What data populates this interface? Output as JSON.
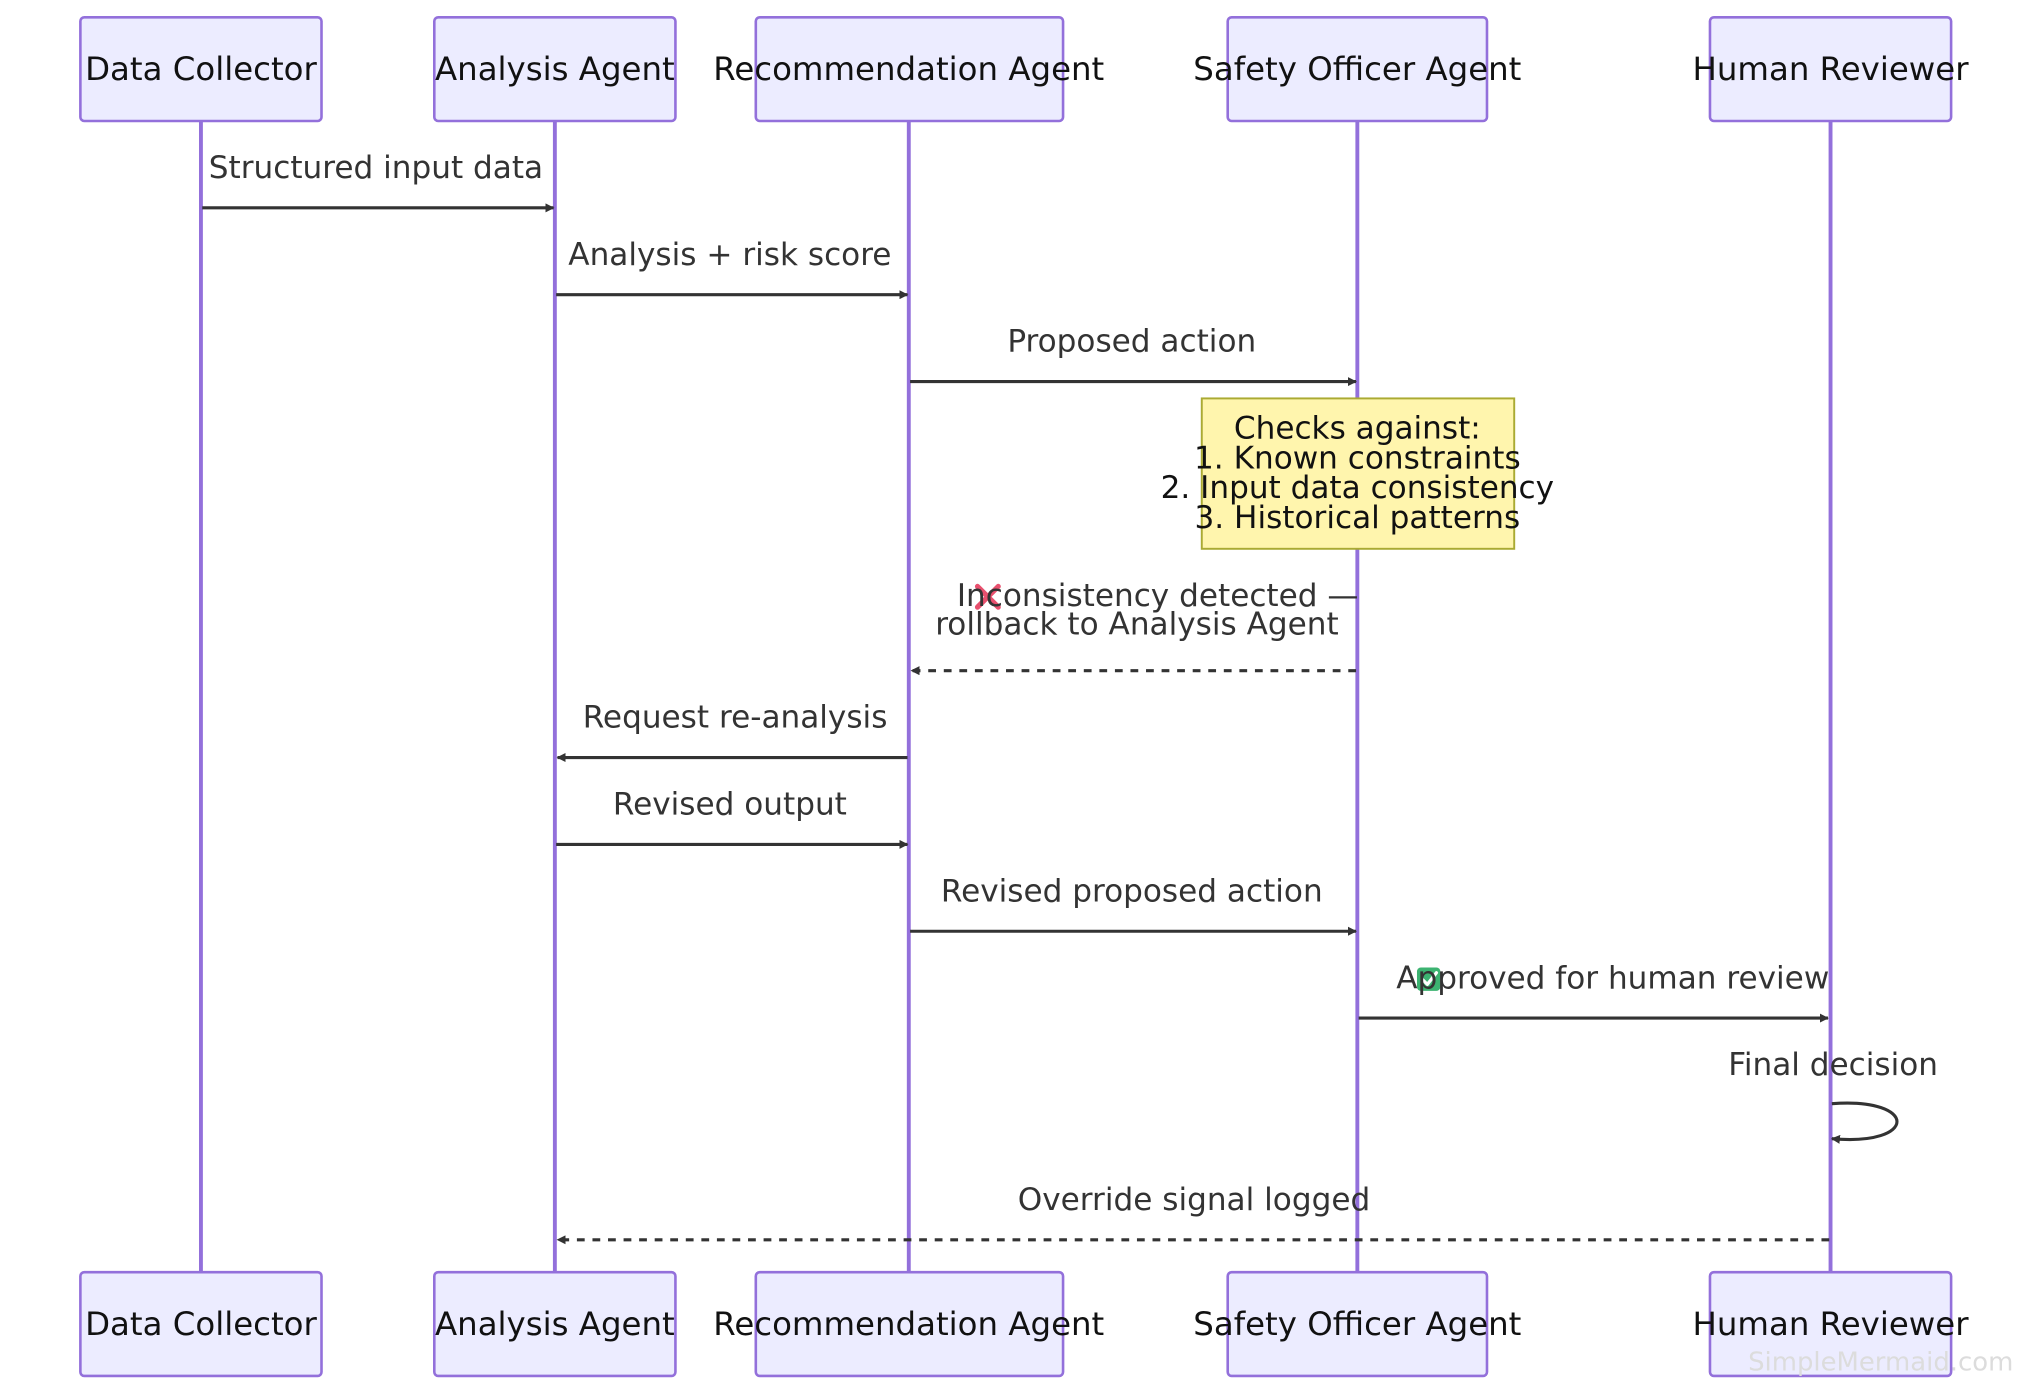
{
  "actors": [
    {
      "id": "dc",
      "label": "Data Collector"
    },
    {
      "id": "aa",
      "label": "Analysis Agent"
    },
    {
      "id": "ra",
      "label": "Recommendation Agent"
    },
    {
      "id": "so",
      "label": "Safety Officer Agent"
    },
    {
      "id": "hr",
      "label": "Human Reviewer"
    }
  ],
  "messages": [
    {
      "from": "dc",
      "to": "aa",
      "label": "Structured input data",
      "style": "solid"
    },
    {
      "from": "aa",
      "to": "ra",
      "label": "Analysis + risk score",
      "style": "solid"
    },
    {
      "from": "ra",
      "to": "so",
      "label": "Proposed action",
      "style": "solid"
    },
    {
      "from": "so",
      "to": "ra",
      "label": "Inconsistency detected —",
      "label2": "rollback to Analysis Agent",
      "icon": "cross-mark-icon",
      "style": "dashed"
    },
    {
      "from": "ra",
      "to": "aa",
      "label": "Request re-analysis",
      "style": "solid"
    },
    {
      "from": "aa",
      "to": "ra",
      "label": "Revised output",
      "style": "solid"
    },
    {
      "from": "ra",
      "to": "so",
      "label": "Revised proposed action",
      "style": "solid"
    },
    {
      "from": "so",
      "to": "hr",
      "label": "Approved for human review",
      "icon": "check-mark-icon",
      "style": "solid"
    },
    {
      "from": "hr",
      "to": "hr",
      "label": "Final decision",
      "style": "solid"
    },
    {
      "from": "hr",
      "to": "aa",
      "label": "Override signal logged",
      "style": "dashed"
    }
  ],
  "note": {
    "over": "so",
    "lines": [
      "Checks against:",
      "1. Known constraints",
      "2. Input data consistency",
      "3. Historical patterns"
    ]
  },
  "watermark": "SimpleMermaid.com",
  "colors": {
    "actor_fill": "#ECECFF",
    "actor_stroke": "#9370DB",
    "lifeline": "#9370DB",
    "message": "#333333",
    "note_fill": "#FFF5AD",
    "note_stroke": "#AAAA33",
    "cross_icon": "#E8506E",
    "check_icon": "#3CB371"
  }
}
